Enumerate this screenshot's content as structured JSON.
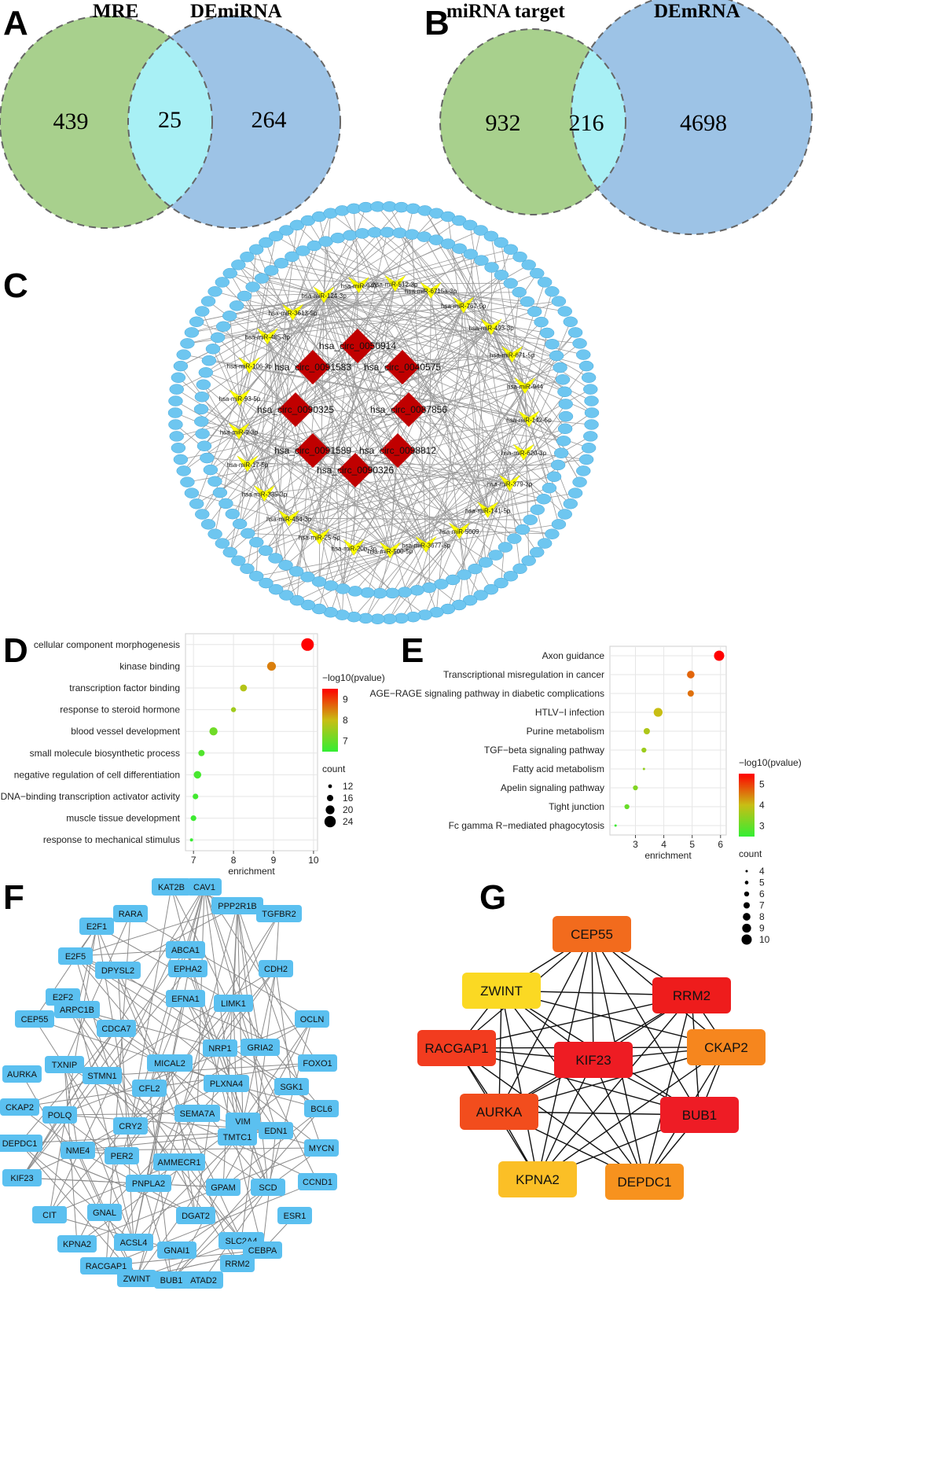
{
  "panels": {
    "A": "A",
    "B": "B",
    "C": "C",
    "D": "D",
    "E": "E",
    "F": "F",
    "G": "G"
  },
  "venn_a": {
    "left_title": "MRE",
    "right_title": "DEmiRNA",
    "left_only": "439",
    "overlap": "25",
    "right_only": "264",
    "left_color": "#a8d08d",
    "right_color": "#9dc3e6",
    "overlap_color": "#a8f0f5"
  },
  "venn_b": {
    "left_title": "miRNA target",
    "right_title": "DEmRNA",
    "left_only": "932",
    "overlap": "216",
    "right_only": "4698",
    "left_color": "#a8d08d",
    "right_color": "#9dc3e6",
    "overlap_color": "#a8f0f5"
  },
  "network_c": {
    "circ_color": "#c00000",
    "mirna_color": "#ffff00",
    "mrna_color": "#6ec6f0",
    "circrnas": [
      "hsa_circ_0050914",
      "hsa_circ_0091583",
      "hsa_circ_0040575",
      "hsa_circ_0090325",
      "hsa_circ_0087856",
      "hsa_circ_0091589",
      "hsa_circ_0098812",
      "hsa_circ_0090326"
    ],
    "mirnas": [
      "hsa-miR-512-3p",
      "hsa-miR-6715a-3p",
      "hsa-miR-767-5p",
      "hsa-miR-493-3p",
      "hsa-miR-671-5p",
      "hsa-miR-944",
      "hsa-miR-142-5p",
      "hsa-miR-620-3p",
      "hsa-miR-379-3p",
      "hsa-miR-141-5p",
      "hsa-miR-5009",
      "hsa-miR-3677-5p",
      "hsa-miR-500-5p",
      "hsa-miR-20b-3p",
      "hsa-miR-25-5p",
      "hsa-miR-454-3p",
      "hsa-miR-335-3p",
      "hsa-miR-17-5p",
      "hsa-miR-9-3p",
      "hsa-miR-93-5p",
      "hsa-miR-106-3p",
      "hsa-miR-485-3p",
      "hsa-miR-3613-5p",
      "hsa-miR-124-3p",
      "hsa-miR-940"
    ]
  },
  "chart_data": [
    {
      "type": "scatter",
      "panel": "D",
      "xlabel": "enrichment",
      "xlim": [
        6.8,
        10.1
      ],
      "xticks": [
        7,
        8,
        9,
        10
      ],
      "categories": [
        "cellular component morphogenesis",
        "kinase binding",
        "transcription factor binding",
        "response to steroid hormone",
        "blood vessel development",
        "small molecule biosynthetic process",
        "negative regulation of cell differentiation",
        "DNA−binding transcription activator activity",
        "muscle tissue development",
        "response to mechanical stimulus"
      ],
      "x": [
        9.85,
        8.95,
        8.25,
        8.0,
        7.5,
        7.2,
        7.1,
        7.05,
        7.0,
        6.95
      ],
      "count": [
        26,
        20,
        17,
        14,
        19,
        16,
        18,
        15,
        15,
        11
      ],
      "pvalue": [
        9.9,
        8.9,
        8.2,
        8.0,
        7.5,
        7.2,
        7.1,
        7.05,
        7.0,
        6.95
      ],
      "color_legend": {
        "title": "−log10(pvalue)",
        "ticks": [
          "9",
          "8",
          "7"
        ],
        "range": [
          6.9,
          9.9
        ],
        "low_color": "#33ee33",
        "high_color": "#ff0000"
      },
      "size_legend": {
        "title": "count",
        "values": [
          "12",
          "16",
          "20",
          "24"
        ]
      },
      "grid": true
    },
    {
      "type": "scatter",
      "panel": "E",
      "xlabel": "enrichment",
      "xlim": [
        2.1,
        6.2
      ],
      "xticks": [
        3,
        4,
        5,
        6
      ],
      "categories": [
        "Axon guidance",
        "Transcriptional misregulation in cancer",
        "AGE−RAGE signaling pathway in diabetic complications",
        "HTLV−I infection",
        "Purine metabolism",
        "TGF−beta signaling pathway",
        "Fatty acid metabolism",
        "Apelin signaling pathway",
        "Tight junction",
        "Fc gamma R−mediated phagocytosis"
      ],
      "x": [
        5.95,
        4.95,
        4.95,
        3.8,
        3.4,
        3.3,
        3.3,
        3.0,
        2.7,
        2.3
      ],
      "count": [
        10,
        8,
        7,
        9,
        7,
        6,
        4,
        6,
        6,
        4
      ],
      "pvalue": [
        5.9,
        5.0,
        4.9,
        4.2,
        3.9,
        3.7,
        3.6,
        3.4,
        3.1,
        2.6
      ],
      "color_legend": {
        "title": "−log10(pvalue)",
        "ticks": [
          "5",
          "4",
          "3"
        ],
        "range": [
          2.5,
          5.9
        ],
        "low_color": "#33ee33",
        "high_color": "#ff0000"
      },
      "size_legend": {
        "title": "count",
        "values": [
          "4",
          "5",
          "6",
          "7",
          "8",
          "9",
          "10"
        ]
      },
      "grid": true
    }
  ],
  "network_f": {
    "node_color": "#5bc0f0",
    "genes": [
      "KAT2B",
      "CAV1",
      "RARA",
      "E2F1",
      "PPP2R1B",
      "TGFBR2",
      "E2F5",
      "ABCA1",
      "EPHA2",
      "DPYSL2",
      "CDH2",
      "E2F2",
      "EFNA1",
      "LIMK1",
      "ARPC1B",
      "CEP55",
      "OCLN",
      "CDCA7",
      "GRIA2",
      "NRP1",
      "MICAL2",
      "TXNIP",
      "FOXO1",
      "AURKA",
      "STMN1",
      "CFL2",
      "PLXNA4",
      "SGK1",
      "CKAP2",
      "BCL6",
      "POLQ",
      "SEMA7A",
      "CRY2",
      "VIM",
      "EDN1",
      "DEPDC1",
      "TMTC1",
      "MYCN",
      "NME4",
      "PER2",
      "AMMECR1",
      "KIF23",
      "PNPLA2",
      "SCD",
      "GPAM",
      "CCND1",
      "CIT",
      "GNAL",
      "DGAT2",
      "ESR1",
      "KPNA2",
      "ACSL4",
      "SLC2A4",
      "GNAI1",
      "CEBPA",
      "RACGAP1",
      "ZWINT",
      "BUB1",
      "ATAD2",
      "RRM2"
    ]
  },
  "network_g": {
    "nodes": [
      {
        "name": "CEP55",
        "color": "#f26b1d"
      },
      {
        "name": "ZWINT",
        "color": "#fbd923"
      },
      {
        "name": "RRM2",
        "color": "#ee1c1c"
      },
      {
        "name": "RACGAP1",
        "color": "#f23c1f"
      },
      {
        "name": "KIF23",
        "color": "#ee1c23"
      },
      {
        "name": "CKAP2",
        "color": "#f6861e"
      },
      {
        "name": "AURKA",
        "color": "#f24d1d"
      },
      {
        "name": "BUB1",
        "color": "#ee1c25"
      },
      {
        "name": "KPNA2",
        "color": "#fbbf26"
      },
      {
        "name": "DEPDC1",
        "color": "#f7921e"
      }
    ]
  }
}
